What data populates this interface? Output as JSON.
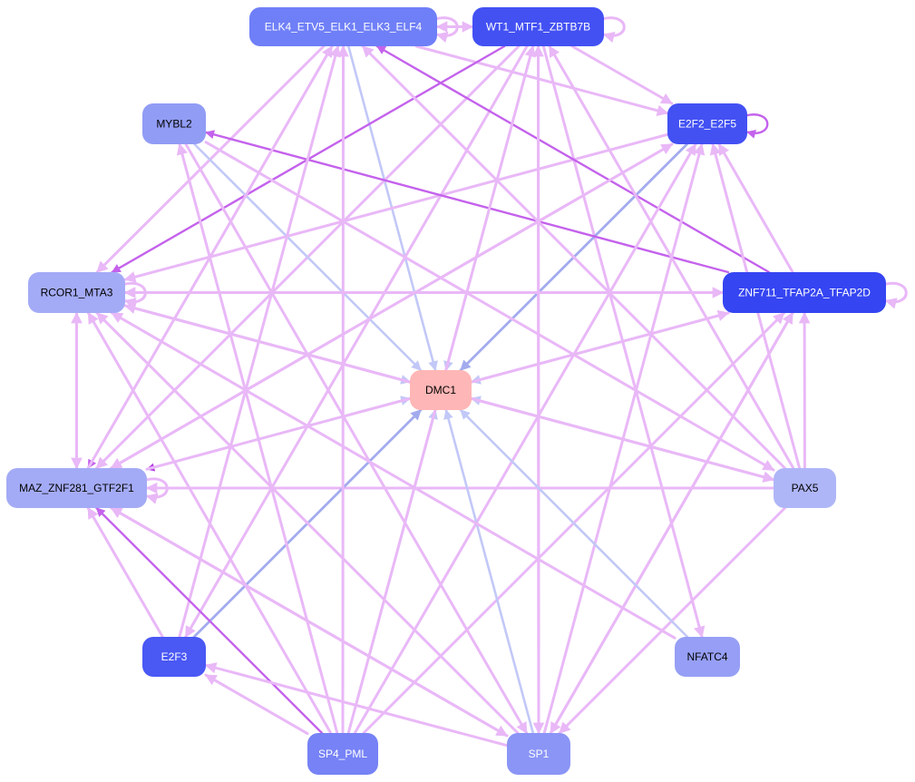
{
  "colors": {
    "edge_pink": "#e9b8f7",
    "edge_pink_light": "#efc9fa",
    "edge_purple": "#c462ec",
    "edge_purple_strong": "#b63ee8",
    "edge_blue": "#c2c8f7",
    "edge_blue_mid": "#a3abee",
    "node_target": "#ffb6b6"
  },
  "nodes": [
    {
      "id": "elk4",
      "label": "ELK4_ETV5_ELK1_ELK3_ELF4",
      "fill": "#6f7ff7",
      "text_color": "#ffffff"
    },
    {
      "id": "wt1",
      "label": "WT1_MTF1_ZBTB7B",
      "fill": "#4351f3",
      "text_color": "#ffffff"
    },
    {
      "id": "e2f2",
      "label": "E2F2_E2F5",
      "fill": "#4351f3",
      "text_color": "#ffffff"
    },
    {
      "id": "mybl2",
      "label": "MYBL2",
      "fill": "#919cf5",
      "text_color": "#000000"
    },
    {
      "id": "rcor1",
      "label": "RCOR1_MTA3",
      "fill": "#a4abf6",
      "text_color": "#000000"
    },
    {
      "id": "znf711",
      "label": "ZNF711_TFAP2A_TFAP2D",
      "fill": "#3545f2",
      "text_color": "#ffffff"
    },
    {
      "id": "dmc1",
      "label": "DMC1",
      "fill": "#ffb6b6",
      "text_color": "#000000"
    },
    {
      "id": "maz",
      "label": "MAZ_ZNF281_GTF2F1",
      "fill": "#a4abf6",
      "text_color": "#000000"
    },
    {
      "id": "pax5",
      "label": "PAX5",
      "fill": "#afb6f7",
      "text_color": "#000000"
    },
    {
      "id": "e2f3",
      "label": "E2F3",
      "fill": "#4a58f4",
      "text_color": "#ffffff"
    },
    {
      "id": "nfatc4",
      "label": "NFATC4",
      "fill": "#969ff5",
      "text_color": "#000000"
    },
    {
      "id": "sp4",
      "label": "SP4_PML",
      "fill": "#7682f5",
      "text_color": "#ffffff"
    },
    {
      "id": "sp1",
      "label": "SP1",
      "fill": "#8a95f6",
      "text_color": "#ffffff"
    }
  ],
  "edges": [
    {
      "from": "elk4",
      "to": "wt1",
      "style": "pink"
    },
    {
      "from": "wt1",
      "to": "elk4",
      "style": "pink"
    },
    {
      "from": "elk4",
      "to": "e2f2",
      "style": "pink"
    },
    {
      "from": "elk4",
      "to": "dmc1",
      "style": "blue"
    },
    {
      "from": "elk4",
      "to": "rcor1",
      "style": "pink"
    },
    {
      "from": "elk4",
      "to": "maz",
      "style": "purple"
    },
    {
      "from": "wt1",
      "to": "e2f2",
      "style": "pink"
    },
    {
      "from": "wt1",
      "to": "rcor1",
      "style": "purple"
    },
    {
      "from": "wt1",
      "to": "dmc1",
      "style": "blue"
    },
    {
      "from": "wt1",
      "to": "maz",
      "style": "pink"
    },
    {
      "from": "wt1",
      "to": "e2f3",
      "style": "pink"
    },
    {
      "from": "wt1",
      "to": "sp1",
      "style": "pink"
    },
    {
      "from": "wt1",
      "to": "nfatc4",
      "style": "pink"
    },
    {
      "from": "e2f2",
      "to": "dmc1",
      "style": "bluemid"
    },
    {
      "from": "e2f2",
      "to": "maz",
      "style": "pink"
    },
    {
      "from": "e2f2",
      "to": "rcor1",
      "style": "pink"
    },
    {
      "from": "mybl2",
      "to": "dmc1",
      "style": "blue"
    },
    {
      "from": "mybl2",
      "to": "pax5",
      "style": "pink"
    },
    {
      "from": "mybl2",
      "to": "sp1",
      "style": "pink"
    },
    {
      "from": "znf711",
      "to": "mybl2",
      "style": "purple"
    },
    {
      "from": "znf711",
      "to": "rcor1",
      "style": "pink"
    },
    {
      "from": "rcor1",
      "to": "znf711",
      "style": "pink"
    },
    {
      "from": "znf711",
      "to": "dmc1",
      "style": "blue"
    },
    {
      "from": "znf711",
      "to": "maz",
      "style": "purplestrong"
    },
    {
      "from": "znf711",
      "to": "e2f2",
      "style": "pink"
    },
    {
      "from": "znf711",
      "to": "elk4",
      "style": "purple"
    },
    {
      "from": "znf711",
      "to": "sp1",
      "style": "pink"
    },
    {
      "from": "rcor1",
      "to": "dmc1",
      "style": "blue"
    },
    {
      "from": "rcor1",
      "to": "maz",
      "style": "pink"
    },
    {
      "from": "maz",
      "to": "rcor1",
      "style": "pink"
    },
    {
      "from": "rcor1",
      "to": "pax5",
      "style": "pink"
    },
    {
      "from": "maz",
      "to": "dmc1",
      "style": "blue"
    },
    {
      "from": "maz",
      "to": "e2f2",
      "style": "pink"
    },
    {
      "from": "maz",
      "to": "elk4",
      "style": "pink"
    },
    {
      "from": "maz",
      "to": "sp1",
      "style": "pink"
    },
    {
      "from": "maz",
      "to": "znf711",
      "style": "pink"
    },
    {
      "from": "pax5",
      "to": "maz",
      "style": "pink"
    },
    {
      "from": "pax5",
      "to": "dmc1",
      "style": "blue"
    },
    {
      "from": "pax5",
      "to": "znf711",
      "style": "pink"
    },
    {
      "from": "pax5",
      "to": "e2f2",
      "style": "pink"
    },
    {
      "from": "pax5",
      "to": "wt1",
      "style": "pink"
    },
    {
      "from": "pax5",
      "to": "elk4",
      "style": "pink"
    },
    {
      "from": "pax5",
      "to": "rcor1",
      "style": "pink"
    },
    {
      "from": "pax5",
      "to": "sp1",
      "style": "pink"
    },
    {
      "from": "e2f3",
      "to": "maz",
      "style": "pink"
    },
    {
      "from": "e2f3",
      "to": "dmc1",
      "style": "bluemid"
    },
    {
      "from": "e2f3",
      "to": "elk4",
      "style": "pink"
    },
    {
      "from": "sp4",
      "to": "maz",
      "style": "purple"
    },
    {
      "from": "sp4",
      "to": "dmc1",
      "style": "blue"
    },
    {
      "from": "sp4",
      "to": "e2f3",
      "style": "pink"
    },
    {
      "from": "sp4",
      "to": "e2f2",
      "style": "pink"
    },
    {
      "from": "sp4",
      "to": "elk4",
      "style": "pink"
    },
    {
      "from": "sp4",
      "to": "wt1",
      "style": "pink"
    },
    {
      "from": "sp4",
      "to": "znf711",
      "style": "pink"
    },
    {
      "from": "sp4",
      "to": "rcor1",
      "style": "pink"
    },
    {
      "from": "sp4",
      "to": "mybl2",
      "style": "pink"
    },
    {
      "from": "sp1",
      "to": "dmc1",
      "style": "blue"
    },
    {
      "from": "sp1",
      "to": "maz",
      "style": "pink"
    },
    {
      "from": "sp1",
      "to": "e2f3",
      "style": "pink"
    },
    {
      "from": "sp1",
      "to": "wt1",
      "style": "pink"
    },
    {
      "from": "sp1",
      "to": "e2f2",
      "style": "pink"
    },
    {
      "from": "sp1",
      "to": "znf711",
      "style": "pink"
    },
    {
      "from": "sp1",
      "to": "rcor1",
      "style": "pink"
    },
    {
      "from": "nfatc4",
      "to": "dmc1",
      "style": "blue"
    },
    {
      "from": "nfatc4",
      "to": "rcor1",
      "style": "pink"
    }
  ],
  "self_loops": [
    {
      "node": "wt1",
      "style": "pink"
    },
    {
      "node": "e2f2",
      "style": "purple"
    },
    {
      "node": "znf711",
      "style": "pink"
    },
    {
      "node": "rcor1",
      "style": "pink"
    },
    {
      "node": "maz",
      "style": "pink"
    },
    {
      "node": "elk4",
      "style": "pink"
    }
  ]
}
